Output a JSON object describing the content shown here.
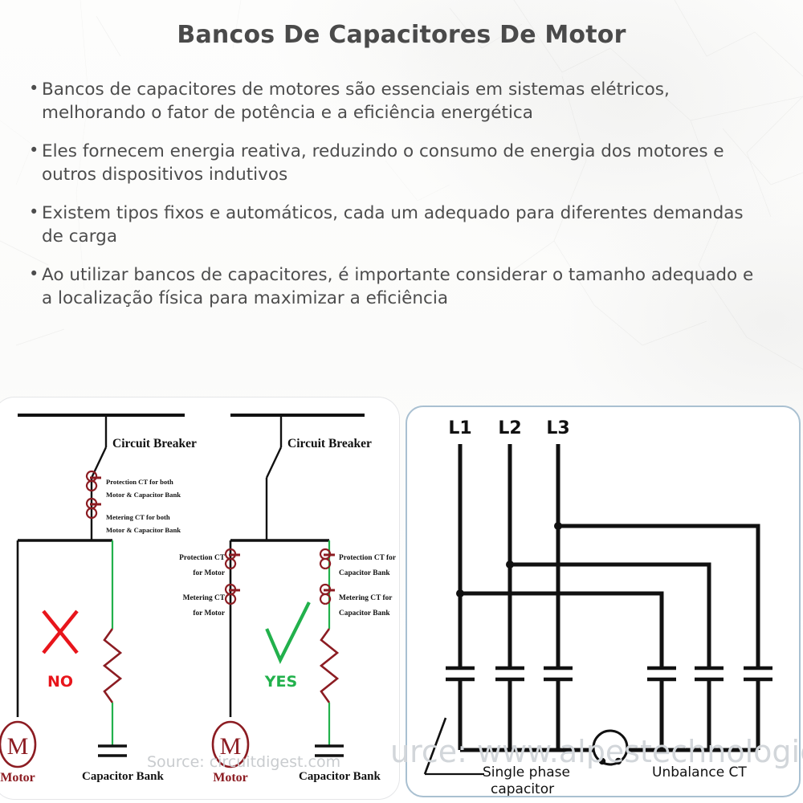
{
  "header": {
    "title": "Bancos De Capacitores De Motor",
    "bullet_marker": "•",
    "bullets": [
      "Bancos de capacitores de motores são essenciais em sistemas elétricos, melhorando o fator de potência e a eficiência energética",
      "Eles fornecem energia reativa, reduzindo o consumo de energia dos motores e outros dispositivos indutivos",
      "Existem tipos fixos e automáticos, cada um adequado para diferentes demandas de carga",
      "Ao utilizar bancos de capacitores, é importante considerar o tamanho adequado e a localização física para maximizar a eficiência"
    ]
  },
  "colors": {
    "title_text": "#4a4a4a",
    "body_text": "#4d4d4d",
    "page_background": "#fdfdfc",
    "wire_black": "#111111",
    "ct_red": "#8c1c22",
    "capacitor_green": "#22b14c",
    "no_red": "#e8151b",
    "yes_green": "#22b14c",
    "panel_border_blue": "#a9c0d1",
    "watermark": "#c9cccf"
  },
  "figure_left": {
    "name": "motor-capacitor-ct-placement-diagram",
    "wrong_case": {
      "verdict_label": "NO",
      "verdict_icon": "cross-icon",
      "breaker_label": "Circuit Breaker",
      "ct_labels": [
        "Protection CT for both",
        "Motor & Capacitor Bank",
        "Metering CT for both",
        "Motor & Capacitor Bank"
      ],
      "motor_label": "Motor",
      "motor_symbol": "M",
      "capacitor_label": "Capacitor Bank"
    },
    "right_case": {
      "verdict_label": "YES",
      "verdict_icon": "check-icon",
      "breaker_label": "Circuit Breaker",
      "motor_ct_labels": [
        "Protection CT",
        "for Motor",
        "Metering CT",
        "for Motor"
      ],
      "capacitor_ct_labels": [
        "Protection CT for",
        "Capacitor Bank",
        "Metering CT for",
        "Capacitor Bank"
      ],
      "motor_label": "Motor",
      "motor_symbol": "M",
      "capacitor_label": "Capacitor Bank"
    },
    "watermark": "Source: circuitdigest.com"
  },
  "figure_right": {
    "name": "three-phase-capacitor-bank-unbalance-ct-diagram",
    "phase_labels": [
      "L1",
      "L2",
      "L3"
    ],
    "annotations": {
      "single_phase_capacitor_line1": "Single phase",
      "single_phase_capacitor_line2": "capacitor",
      "unbalance_ct": "Unbalance CT"
    },
    "capacitor_count": 6,
    "watermark": "urce: www.alpestechnologies.co"
  }
}
